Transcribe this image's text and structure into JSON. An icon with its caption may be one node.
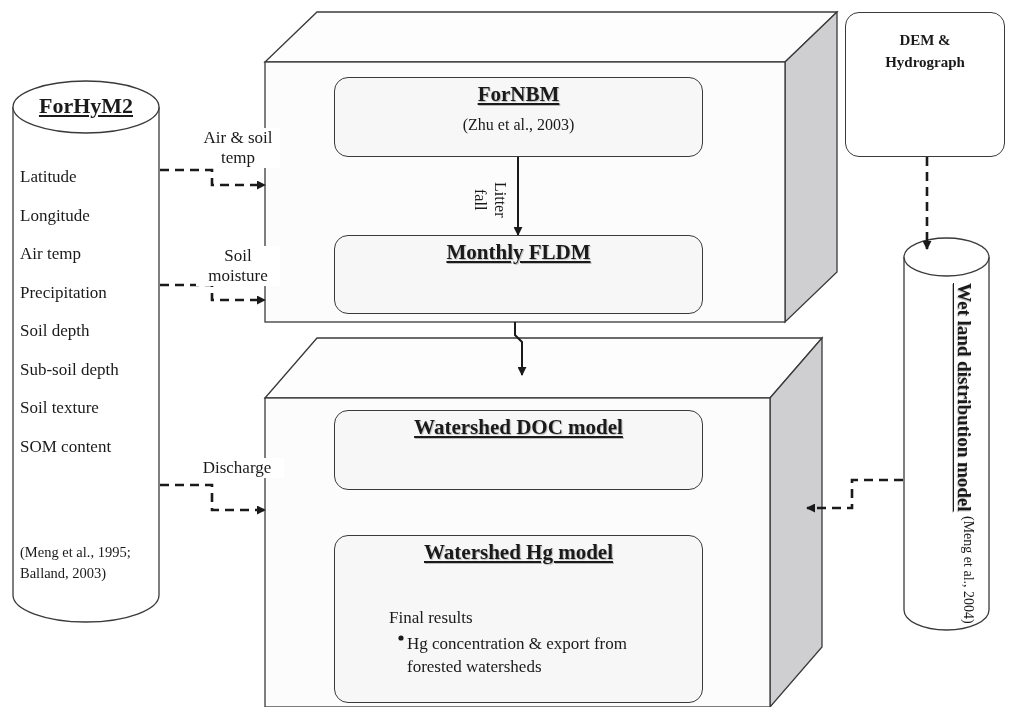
{
  "diagram": {
    "nodes": [
      {
        "text": [
          "ForHyM2",
          "Latitude",
          "Longitude",
          "Air temp",
          "Precipitation",
          "Soil depth",
          "Sub-soil depth",
          "Soil texture",
          "SOM content",
          "(Meng et al., 1995; Balland, 2003)"
        ]
      },
      {
        "text": [],
        "shape": "box"
      },
      {
        "text": [
          "ForNBM",
          "(Zhu et al., 2003)"
        ],
        "in": 1
      },
      {
        "text": [
          "Monthly FLDM"
        ],
        "in": 1
      },
      {
        "text": [
          "DEM & Hydrograph"
        ]
      },
      {
        "text": [],
        "shape": "box"
      },
      {
        "text": [
          "Watershed DOC model"
        ],
        "in": 5
      },
      {
        "text": [
          "Watershed Hg model",
          "Final results",
          "Hg concentration & export from forested watersheds"
        ],
        "in": 5
      },
      {
        "text": [
          "Wet land distribution model",
          "(Meng et al., 2004)"
        ]
      }
    ],
    "edges": [
      {
        "from": 0,
        "to": 1,
        "arrow": "to",
        "label": "Air & soil temp",
        "style": "dashed"
      },
      {
        "from": 0,
        "to": 1,
        "arrow": "to",
        "label": "Soil moisture",
        "style": "dashed"
      },
      {
        "from": 0,
        "to": 5,
        "arrow": "to",
        "label": "Discharge",
        "style": "dashed"
      },
      {
        "from": 2,
        "to": 3,
        "arrow": "to",
        "label": "Litter fall"
      },
      {
        "from": 1,
        "to": 5,
        "arrow": "to"
      },
      {
        "from": 8,
        "to": 5,
        "arrow": "to",
        "style": "dashed"
      },
      {
        "from": 4,
        "to": 8,
        "arrow": "to",
        "style": "dashed"
      }
    ]
  }
}
